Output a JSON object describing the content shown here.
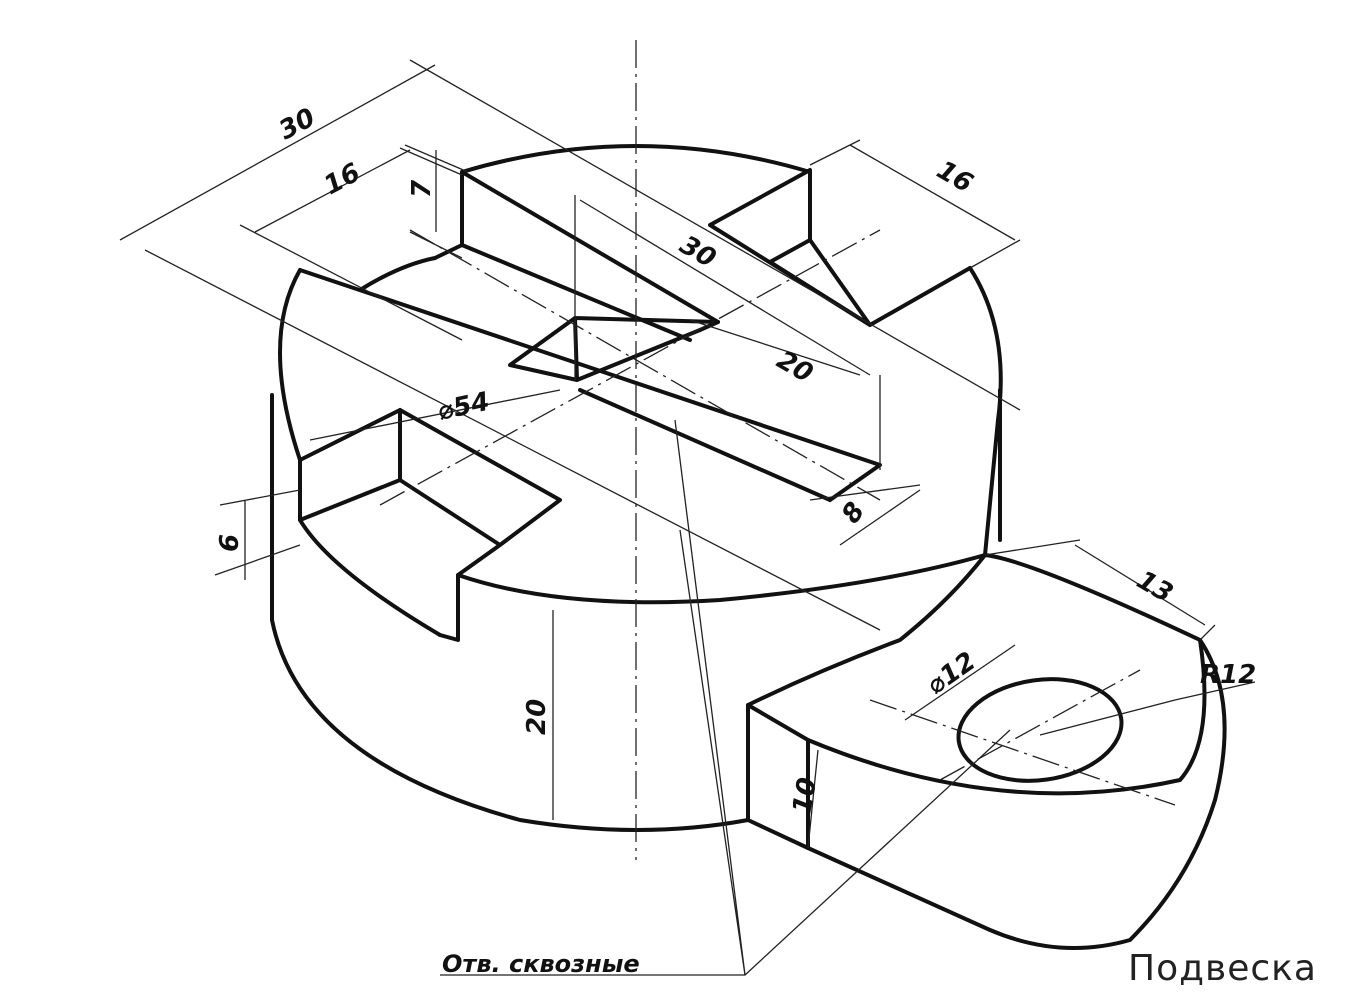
{
  "drawing": {
    "title": "Подвеска",
    "note": "Отв. сквозные",
    "dimensions": {
      "overall_length": "30",
      "slot_width_left": "16",
      "slot_depth_top": "7",
      "slot_length_inner": "30",
      "slot_width_right": "16",
      "slot_inner": "20",
      "diameter_main": "⌀54",
      "slot_small": "8",
      "step_height": "6",
      "body_height": "20",
      "lug_width": "13",
      "lug_radius": "R12",
      "hole_diameter": "⌀12",
      "lug_height": "10"
    }
  }
}
